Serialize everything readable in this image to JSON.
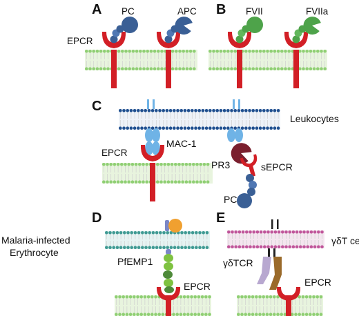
{
  "panels": {
    "A": {
      "letter": "A",
      "labels": {
        "pc": "PC",
        "apc": "APC",
        "epcr": "EPCR"
      }
    },
    "B": {
      "letter": "B",
      "labels": {
        "fvii": "FVII",
        "fviia": "FVIIa"
      }
    },
    "C": {
      "letter": "C",
      "labels": {
        "leukocytes": "Leukocytes",
        "mac1": "MAC-1",
        "epcr": "EPCR",
        "pr3": "PR3",
        "sepcr": "sEPCR",
        "pc": "PC"
      }
    },
    "D": {
      "letter": "D",
      "labels": {
        "malaria_line1": "Malaria-infected",
        "malaria_line2": "Erythrocyte",
        "pfemp1": "PfEMP1",
        "epcr": "EPCR"
      }
    },
    "E": {
      "letter": "E",
      "labels": {
        "gd_cells": "γδT cells",
        "gd_tcr": "γδTCR",
        "epcr": "EPCR"
      }
    }
  },
  "colors": {
    "epcr_red": "#d21f26",
    "pc_blue": "#3a5f95",
    "pc_blue_light": "#4f77b3",
    "fvii_green": "#4ea34a",
    "fvii_green_light": "#62b75c",
    "mac1_blue": "#6fb3e6",
    "pr3_maroon": "#7a1f2e",
    "pfemp1_purple": "#7b86c6",
    "pfemp1_green": "#7fc241",
    "pfemp1_dark_green": "#4e8a3a",
    "pfemp1_orange": "#f0a030",
    "tcr_lavender": "#b8a8d0",
    "tcr_brown": "#9a6a2a",
    "membrane_green_head": "#8fcf73",
    "membrane_green_fill": "#e8f4de",
    "membrane_blue_head": "#1f4f8f",
    "membrane_blue_fill": "#eef2f8",
    "membrane_pink_head": "#c0559a",
    "membrane_pink_fill": "#f4e6ef",
    "membrane_teal_head": "#3f9a93",
    "membrane_teal_fill": "#e6f3f2"
  }
}
